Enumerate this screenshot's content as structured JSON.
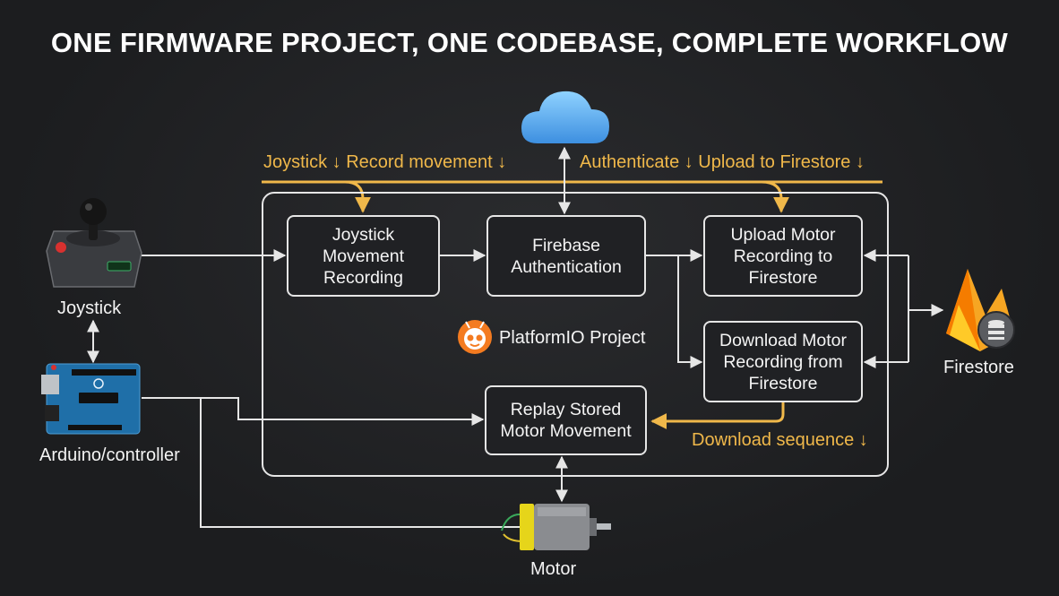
{
  "title": "ONE FIRMWARE PROJECT, ONE CODEBASE, COMPLETE WORKFLOW",
  "labels": {
    "top_left": "Joystick ↓ Record movement ↓",
    "top_right": "Authenticate ↓ Upload to Firestore ↓",
    "download_sequence": "Download sequence ↓",
    "project": "PlatformIO Project"
  },
  "boxes": {
    "joystick_recording": "Joystick Movement Recording",
    "firebase_auth": "Firebase Authentication",
    "upload": "Upload Motor Recording to Firestore",
    "download": "Download Motor Recording from Firestore",
    "replay": "Replay Stored Motor Movement"
  },
  "devices": {
    "joystick": "Joystick",
    "arduino": "Arduino/controller",
    "firestore": "Firestore",
    "motor": "Motor"
  },
  "colors": {
    "accent": "#f0b84a",
    "line": "#e6e6e6",
    "background": "#1e1f21"
  }
}
